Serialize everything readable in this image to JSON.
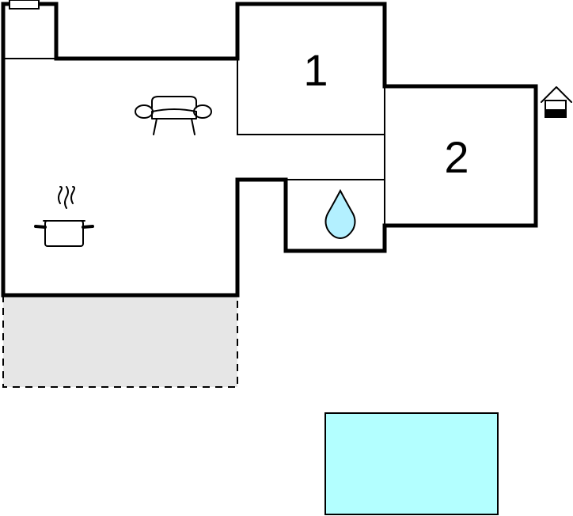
{
  "rooms": [
    {
      "id": "bedroom-1",
      "label": "1"
    },
    {
      "id": "bedroom-2",
      "label": "2"
    }
  ],
  "icons": {
    "living": "sofa-icon",
    "kitchen": "cooking-pot-icon",
    "bathroom": "water-drop-icon",
    "entrance": "house-entrance-icon",
    "chimney": "chimney-icon"
  },
  "colors": {
    "walls": "#000000",
    "terrace": "#e6e6e6",
    "pool": "#b3ffff",
    "water_drop": "#b3f0ff",
    "background": "#ffffff"
  }
}
